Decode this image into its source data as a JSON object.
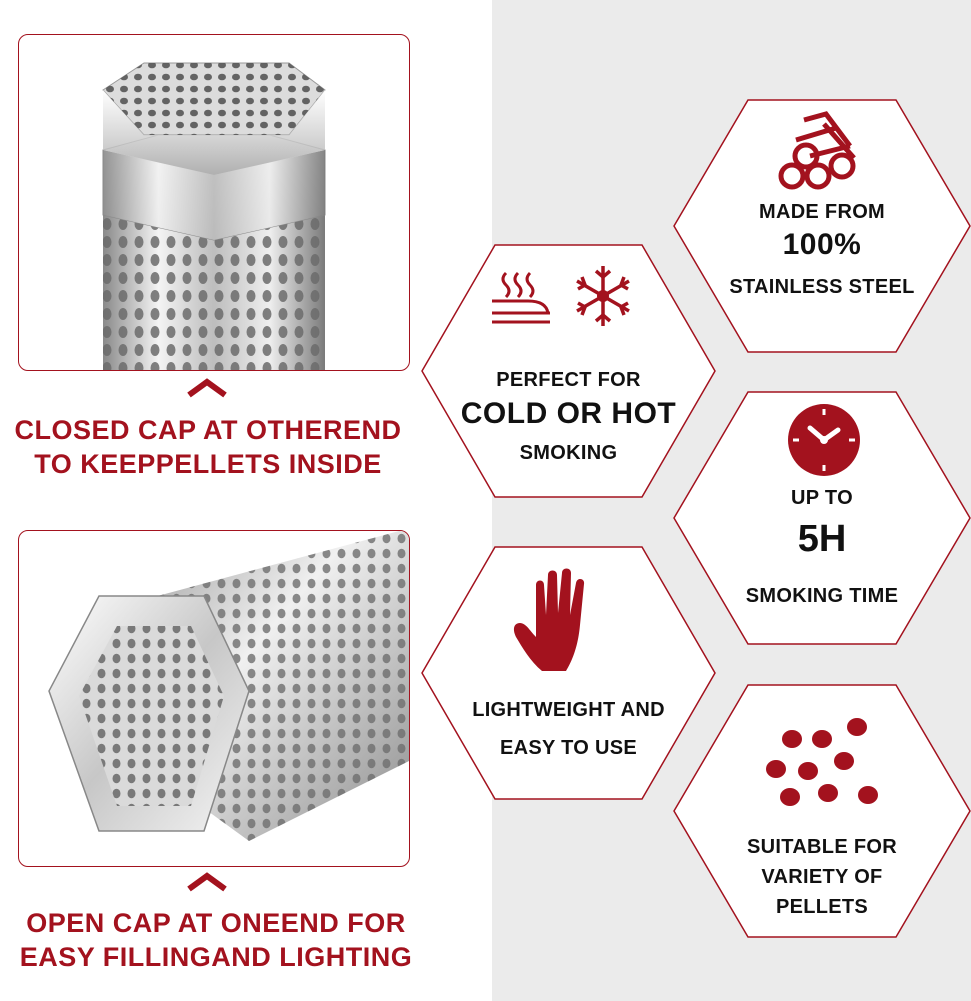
{
  "colors": {
    "accent": "#a3121e",
    "panel": "#ebebeb",
    "text": "#111111"
  },
  "photos": [
    {
      "name": "closed-cap-photo",
      "icon": "hex-tube-closed-end"
    },
    {
      "name": "open-cap-photo",
      "icon": "hex-tube-open-end"
    }
  ],
  "captions": {
    "closed": {
      "line1": "CLOSED CAP AT OTHEREND",
      "line2": "TO KEEPPELLETS INSIDE"
    },
    "open": {
      "line1": "OPEN CAP AT ONEEND FOR",
      "line2": "EASY FILLINGAND LIGHTING"
    }
  },
  "features": {
    "material": {
      "icon": "steel-bars-icon",
      "line1": "MADE FROM",
      "line2": "100%",
      "line3": "STAINLESS STEEL"
    },
    "smoking": {
      "icons": [
        "heat-icon",
        "snowflake-icon"
      ],
      "line1": "PERFECT FOR",
      "line2": "COLD OR HOT",
      "line3": "SMOKING"
    },
    "time": {
      "icon": "clock-icon",
      "line1": "UP TO",
      "line2": "5H",
      "line3": "SMOKING TIME"
    },
    "weight": {
      "icon": "hand-icon",
      "line1": "LIGHTWEIGHT AND",
      "line2": "EASY TO USE"
    },
    "pellets": {
      "icon": "pellets-icon",
      "line1": "SUITABLE FOR",
      "line2": "VARIETY OF",
      "line3": "PELLETS"
    }
  }
}
